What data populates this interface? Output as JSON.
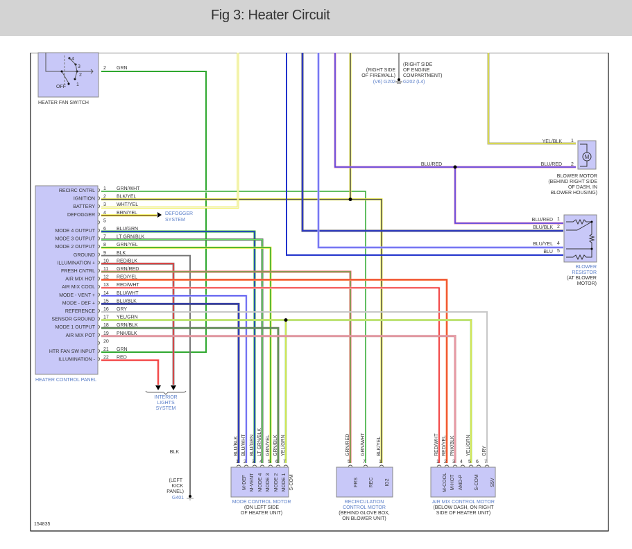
{
  "title": "Fig 3: Heater Circuit",
  "figure_id": "154835",
  "colors": {
    "panel_fill": "#c8c8f8",
    "panel_stroke": "#888",
    "blue_label": "#5a7ec8"
  },
  "heater_fan_switch": {
    "name": "HEATER FAN SWITCH",
    "positions": [
      "OFF",
      "1",
      "2",
      "3",
      "4"
    ],
    "pin": "2",
    "wire": "GRN"
  },
  "heater_control_panel": {
    "name": "HEATER CONTROL PANEL",
    "pins": [
      {
        "pin": "1",
        "func": "RECIRC CNTRL",
        "wire": "GRN/WHT"
      },
      {
        "pin": "2",
        "func": "IGNITION",
        "wire": "BLK/YEL"
      },
      {
        "pin": "3",
        "func": "BATTERY",
        "wire": "WHT/YEL"
      },
      {
        "pin": "4",
        "func": "DEFOGGER",
        "wire": "BRN/YEL"
      },
      {
        "pin": "5",
        "func": "",
        "wire": ""
      },
      {
        "pin": "6",
        "func": "MODE 4 OUTPUT",
        "wire": "BLU/GRN"
      },
      {
        "pin": "7",
        "func": "MODE 3 OUTPUT",
        "wire": "LT GRN/BLK"
      },
      {
        "pin": "8",
        "func": "MODE 2 OUTPUT",
        "wire": "GRN/YEL"
      },
      {
        "pin": "9",
        "func": "GROUND",
        "wire": "BLK"
      },
      {
        "pin": "10",
        "func": "ILLUMINATION +",
        "wire": "RED/BLK"
      },
      {
        "pin": "11",
        "func": "FRESH CNTRL",
        "wire": "GRN/RED"
      },
      {
        "pin": "12",
        "func": "AIR MIX HOT",
        "wire": "RED/YEL"
      },
      {
        "pin": "13",
        "func": "AIR MIX COOL",
        "wire": "RED/WHT"
      },
      {
        "pin": "14",
        "func": "MODE - VENT +",
        "wire": "BLU/WHT"
      },
      {
        "pin": "15",
        "func": "MODE - DEF +",
        "wire": "BLU/BLK"
      },
      {
        "pin": "16",
        "func": "REFERENCE",
        "wire": "GRY"
      },
      {
        "pin": "17",
        "func": "SENSOR GROUND",
        "wire": "YEL/GRN"
      },
      {
        "pin": "18",
        "func": "MODE 1 OUTPUT",
        "wire": "GRN/BLK"
      },
      {
        "pin": "19",
        "func": "AIR MIX POT",
        "wire": "PNK/BLK"
      },
      {
        "pin": "20",
        "func": "",
        "wire": ""
      },
      {
        "pin": "21",
        "func": "HTR FAN SW INPUT",
        "wire": "GRN"
      },
      {
        "pin": "22",
        "func": "ILLUMINATION -",
        "wire": "RED"
      }
    ]
  },
  "defogger": [
    "DEFOGGER",
    "SYSTEM"
  ],
  "interior_lights": [
    "INTERIOR",
    "LIGHTS",
    "SYSTEM"
  ],
  "ground_g401": {
    "wire": "BLK",
    "location": [
      "(LEFT",
      "KICK",
      "PANEL)"
    ],
    "id": "G401"
  },
  "ground_g202": {
    "left": [
      "(RIGHT SIDE",
      "OF FIREWALL)",
      "(V6) G202"
    ],
    "right": [
      "(RIGHT SIDE",
      "OF ENGINE",
      "COMPARTMENT)",
      "G202 (L4)"
    ]
  },
  "blower_motor": {
    "name": [
      "BLOWER MOTOR",
      "(BEHIND RIGHT SIDE",
      "OF DASH, IN",
      "BLOWER HOUSING)"
    ],
    "symbol": "M",
    "pins": [
      {
        "pin": "1",
        "wire": "YEL/BLK"
      },
      {
        "pin": "2",
        "wire": "BLU/RED"
      }
    ],
    "junction_wire": "BLU/RED"
  },
  "blower_resistor": {
    "name": [
      "BLOWER",
      "RESISTOR",
      "(AT BLOWER",
      "MOTOR)"
    ],
    "pins": [
      {
        "pin": "1",
        "wire": "BLU/RED"
      },
      {
        "pin": "2",
        "wire": "BLU/BLK"
      },
      {
        "pin": "4",
        "wire": "BLU/YEL"
      },
      {
        "pin": "5",
        "wire": "BLU"
      }
    ]
  },
  "mode_control_motor": {
    "name": [
      "MODE CONTROL MOTOR",
      "(ON LEFT SIDE",
      "OF HEATER UNIT)"
    ],
    "pins": [
      {
        "pin": "1",
        "wire": "BLU/BLK",
        "func": "M-DEF"
      },
      {
        "pin": "2",
        "wire": "BLU/WHT",
        "func": "M-VENT"
      },
      {
        "pin": "3",
        "wire": "BLU/GRN",
        "func": "MODE 4"
      },
      {
        "pin": "4",
        "wire": "LT GRN/BLK",
        "func": "MODE 3"
      },
      {
        "pin": "5",
        "wire": "GRN/YEL",
        "func": "MODE 2"
      },
      {
        "pin": "6",
        "wire": "GRN/BLK",
        "func": "MODE 1"
      },
      {
        "pin": "7",
        "wire": "YEL/GRN",
        "func": "S-COM"
      }
    ]
  },
  "recirc_control_motor": {
    "name": [
      "RECIRCULATION",
      "CONTROL MOTOR",
      "(BEHIND GLOVE BOX,",
      "ON BLOWER UNIT)"
    ],
    "pins": [
      {
        "pin": "5",
        "wire": "GRN/RED",
        "func": "FRS"
      },
      {
        "pin": "7",
        "wire": "GRN/WHT",
        "func": "REC"
      },
      {
        "pin": "1",
        "wire": "BLK/YEL",
        "func": "IG2"
      }
    ]
  },
  "air_mix_control_motor": {
    "name": [
      "AIR MIX CONTROL MOTOR",
      "(BELOW DASH, ON RIGHT",
      "SIDE OF HEATER UNIT)"
    ],
    "pins": [
      {
        "pin": "1",
        "wire": "RED/WHT",
        "func": "M-COOL"
      },
      {
        "pin": "2",
        "wire": "RED/YEL",
        "func": "M-HOT"
      },
      {
        "pin": "3",
        "wire": "PNK/BLK",
        "func": "AMD-P"
      },
      {
        "pin": "4",
        "wire": "",
        "func": ""
      },
      {
        "pin": "5",
        "wire": "YEL/GRN",
        "func": "S-COM"
      },
      {
        "pin": "6",
        "wire": "",
        "func": ""
      },
      {
        "pin": "7",
        "wire": "GRY",
        "func": "S5V"
      }
    ]
  }
}
